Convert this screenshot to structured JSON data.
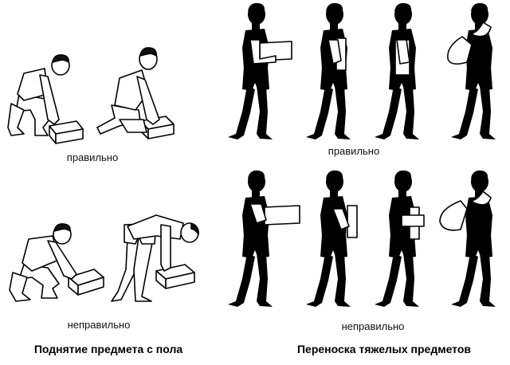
{
  "labels": {
    "lift_correct": "правильно",
    "carry_correct": "правильно",
    "lift_incorrect": "неправильно",
    "carry_incorrect": "неправильно"
  },
  "captions": {
    "lift": "Поднятие предмета с пола",
    "carry": "Переноска тяжелых предметов"
  }
}
